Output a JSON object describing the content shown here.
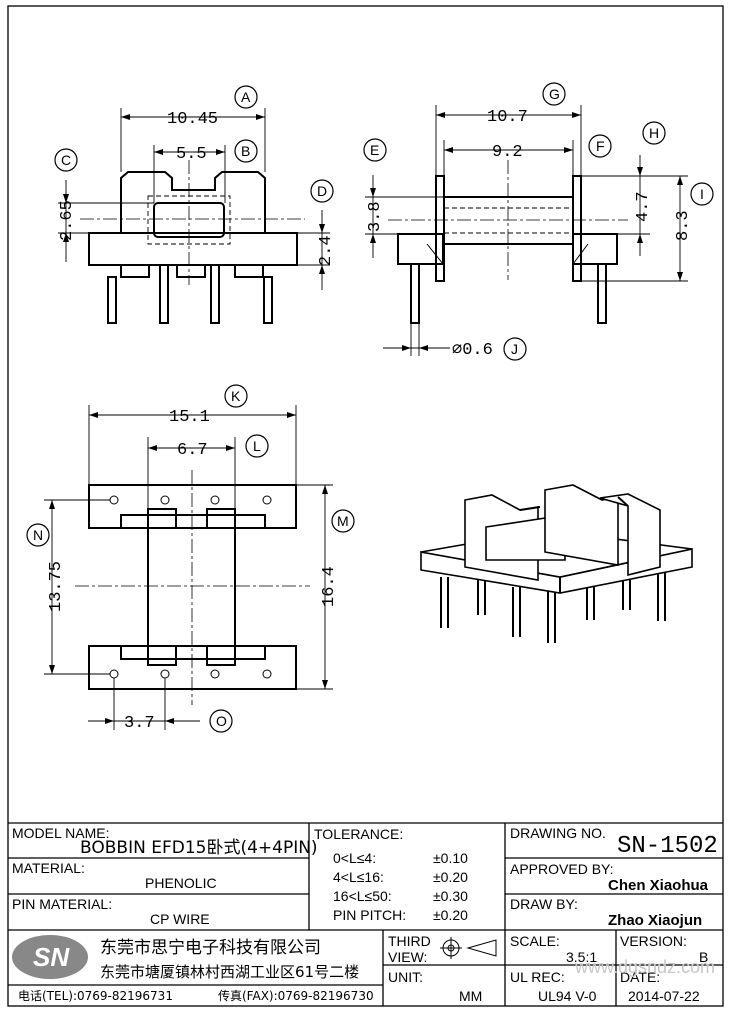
{
  "dimensions": {
    "front_width": "10.45",
    "front_slot": "5.5",
    "front_c": "2.65",
    "front_d": "2.4",
    "side_length": "10.7",
    "side_inner": "9.2",
    "side_e": "3.8",
    "side_h": "4.7",
    "side_i": "8.3",
    "pin_dia": "⌀0.6",
    "top_width": "15.1",
    "top_l": "6.7",
    "top_n": "13.75",
    "top_m": "16.4",
    "top_o": "3.7"
  },
  "callouts": [
    "A",
    "B",
    "C",
    "D",
    "E",
    "F",
    "G",
    "H",
    "I",
    "J",
    "K",
    "L",
    "M",
    "N",
    "O"
  ],
  "title_block": {
    "model_name_label": "MODEL NAME:",
    "model_name_value": "BOBBIN EFD15卧式(4+4PIN)",
    "material_label": "MATERIAL:",
    "material_value": "PHENOLIC",
    "pin_material_label": "PIN MATERIAL:",
    "pin_material_value": "CP WIRE",
    "tolerance_label": "TOLERANCE:",
    "tolerances": [
      {
        "range": "0<L≤4:",
        "value": "±0.10"
      },
      {
        "range": "4<L≤16:",
        "value": "±0.20"
      },
      {
        "range": "16<L≤50:",
        "value": "±0.30"
      },
      {
        "range": "PIN PITCH:",
        "value": "±0.20"
      }
    ],
    "drawing_no_label": "DRAWING NO.",
    "drawing_no_value": "SN-1502",
    "approved_by_label": "APPROVED BY:",
    "approved_by_value": "Chen Xiaohua",
    "draw_by_label": "DRAW BY:",
    "draw_by_value": "Zhao Xiaojun",
    "logo_text": "SN",
    "company_name": "东莞市思宁电子科技有限公司",
    "company_address": "东莞市塘厦镇林村西湖工业区61号二楼",
    "tel": "电话(TEL):0769-82196731",
    "fax": "传真(FAX):0769-82196730",
    "third_view_label_1": "THIRD",
    "third_view_label_2": "VIEW:",
    "unit_label": "UNIT:",
    "unit_value": "MM",
    "scale_label": "SCALE:",
    "scale_value": "3.5:1",
    "version_label": "VERSION:",
    "version_value": "B",
    "ul_rec_label": "UL REC:",
    "ul_rec_value": "UL94 V-0",
    "date_label": "DATE:",
    "date_value": "2014-07-22",
    "watermark": "www.dgsndz.com"
  }
}
